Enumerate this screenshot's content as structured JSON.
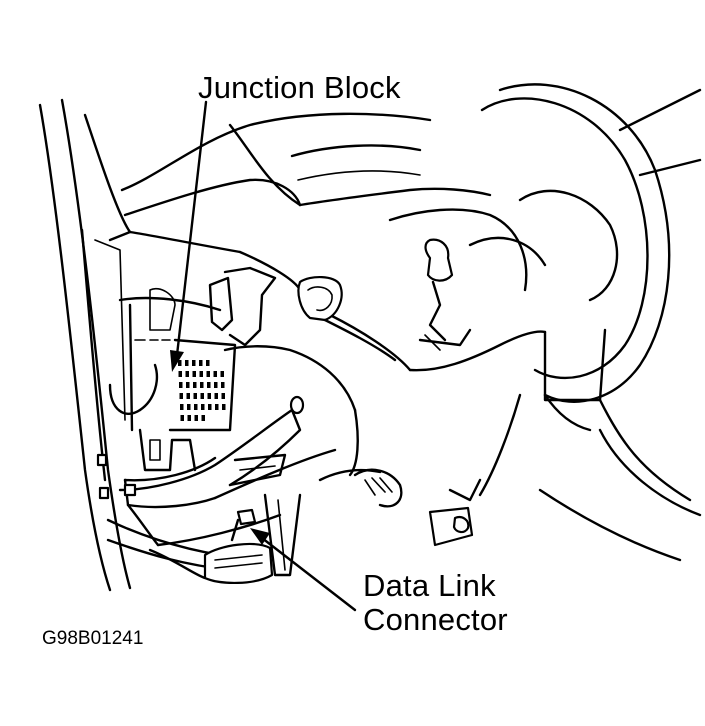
{
  "labels": {
    "junction_block": "Junction Block",
    "data_link_line1": "Data Link",
    "data_link_line2": "Connector",
    "figure_code": "G98B01241"
  },
  "colors": {
    "ink": "#000000",
    "paper": "#ffffff"
  }
}
